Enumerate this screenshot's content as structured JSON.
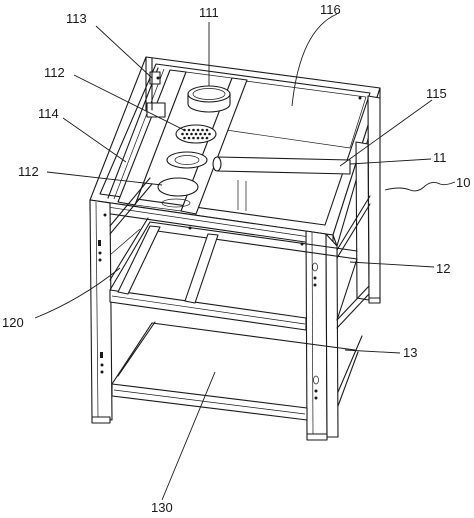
{
  "labels": {
    "l111": "111",
    "l113": "113",
    "l116": "116",
    "l112a": "112",
    "l115": "115",
    "l114": "114",
    "l11": "11",
    "l112b": "112",
    "l10": "10",
    "l12": "12",
    "l120": "120",
    "l13": "13",
    "l130": "130"
  }
}
